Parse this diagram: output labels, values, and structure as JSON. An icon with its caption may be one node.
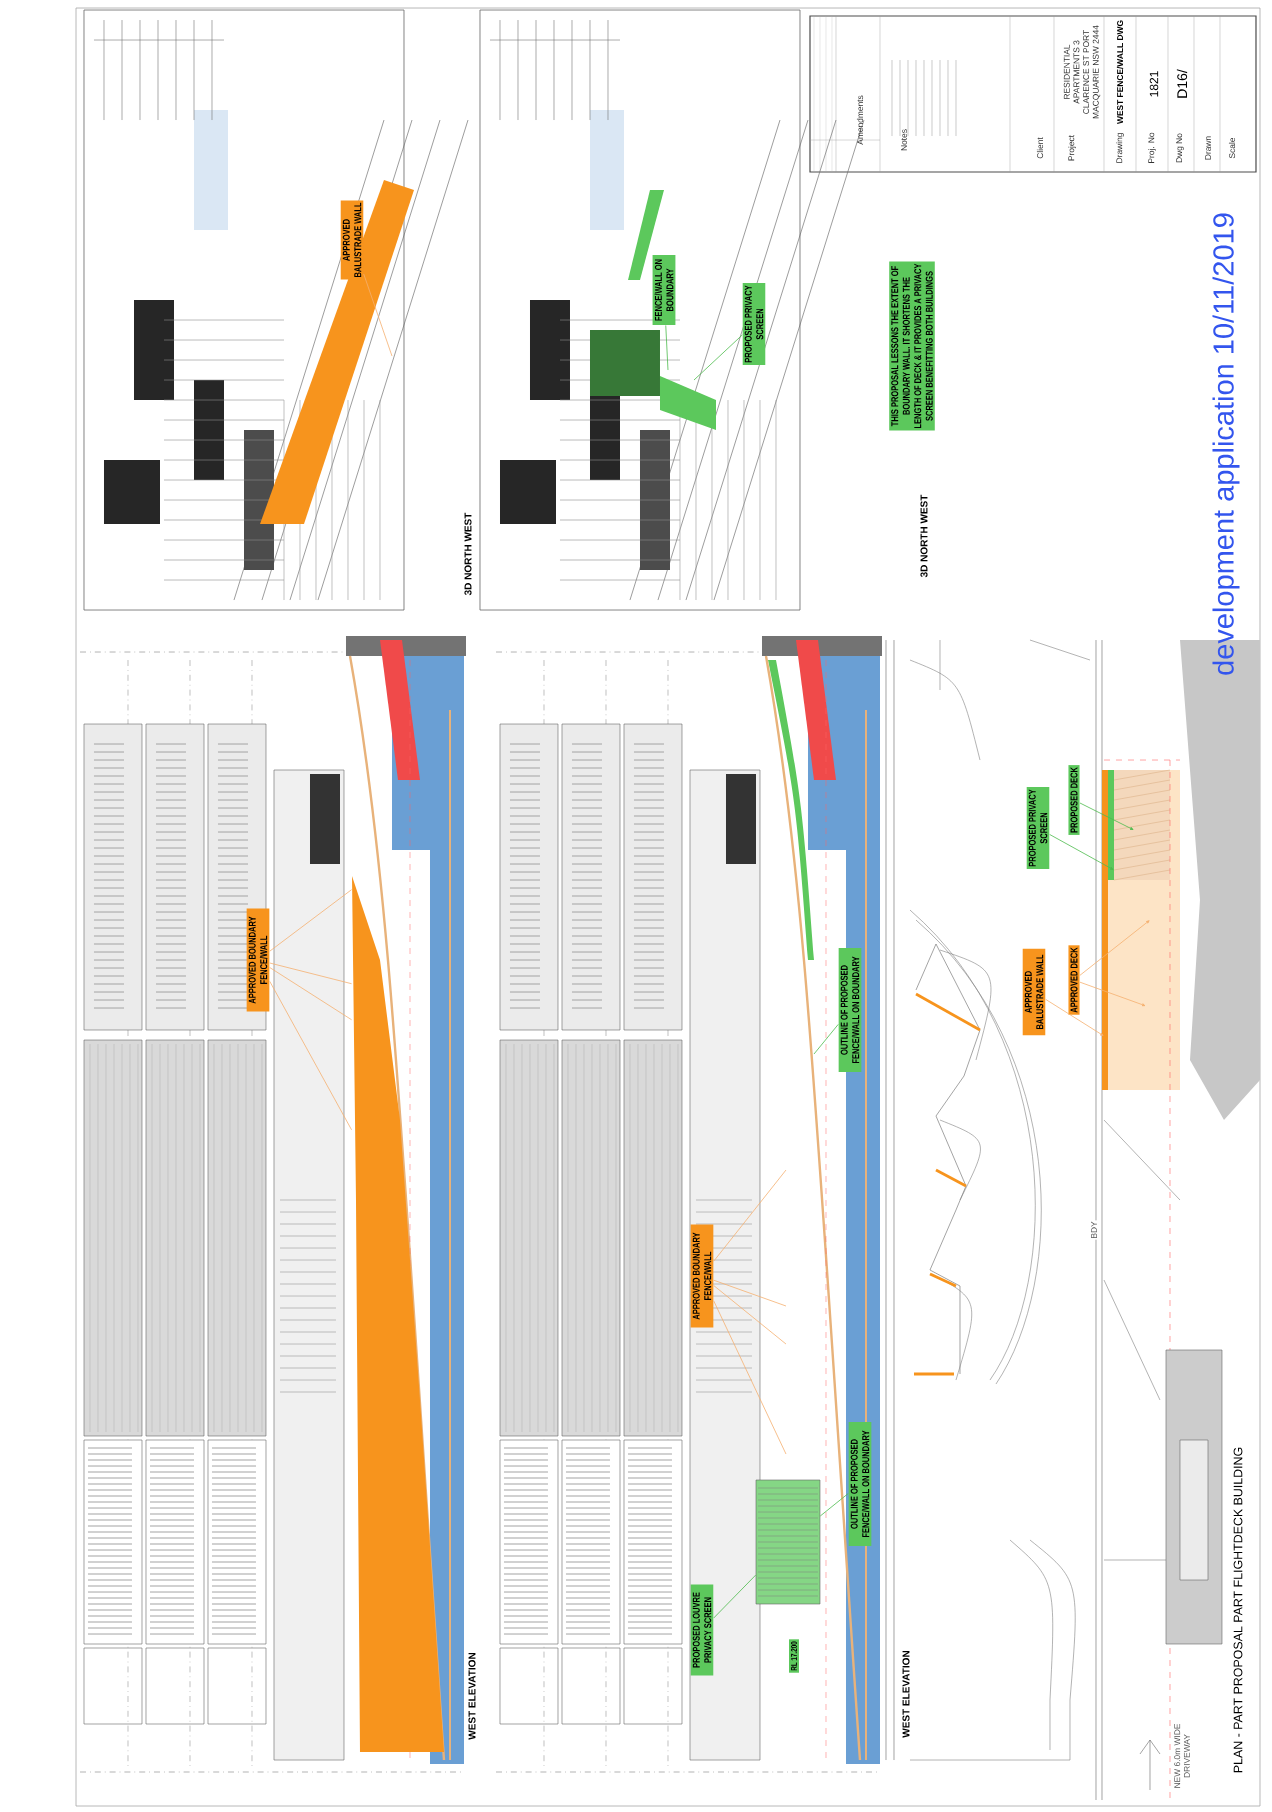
{
  "diagram": {
    "nodes": [
      {
        "text": [
          "APPROVED BALUSTRADE WALL"
        ]
      },
      {
        "text": [
          "FENCE/WALL ON BOUNDARY"
        ]
      },
      {
        "text": [
          "PROPOSED PRIVACY SCREEN"
        ]
      },
      {
        "text": [
          "THIS PROPOSAL LESSONS THE EXTENT OF BOUNDARY WALL. IT SHORTENS THE LENGTH OF DECK & IT PROVIDES A PRIVACY SCREEN BENEFITTING BOTH BUILDINGS"
        ]
      },
      {
        "text": [
          "APPROVED BOUNDARY FENCE/WALL"
        ]
      },
      {
        "text": [
          "APPROVED BOUNDARY FENCE/WALL"
        ]
      },
      {
        "text": [
          "OUTLINE OF PROPOSED FENCE/WALL ON BOUNDARY"
        ]
      },
      {
        "text": [
          "OUTLINE OF PROPOSED FENCE/WALL ON BOUNDARY"
        ]
      },
      {
        "text": [
          "PROPOSED LOUVRE PRIVACY SCREEN"
        ]
      },
      {
        "text": [
          "RL 17.200"
        ]
      },
      {
        "text": [
          "PROPOSED PRIVACY SCREEN"
        ]
      },
      {
        "text": [
          "PROPOSED DECK"
        ]
      },
      {
        "text": [
          "APPROVED BALUSTRADE WALL"
        ]
      },
      {
        "text": [
          "APPROVED DECK"
        ]
      },
      {
        "text": [],
        "shape": "box"
      },
      {
        "text": [],
        "shape": "bar"
      }
    ],
    "edges": [
      {
        "from": 0,
        "to": null,
        "arrow": "none"
      },
      {
        "from": 1,
        "to": null,
        "arrow": "none",
        "color": "#4cbb4c"
      },
      {
        "from": 2,
        "to": null,
        "arrow": "none",
        "color": "#4cbb4c"
      },
      {
        "from": 4,
        "to": 15,
        "arrow": "none"
      },
      {
        "from": 4,
        "to": 15,
        "arrow": "none"
      },
      {
        "from": 4,
        "to": 15,
        "arrow": "none"
      },
      {
        "from": 4,
        "to": 15,
        "arrow": "none"
      },
      {
        "from": 5,
        "to": null,
        "arrow": "none"
      },
      {
        "from": 5,
        "to": null,
        "arrow": "none"
      },
      {
        "from": 5,
        "to": null,
        "arrow": "none"
      },
      {
        "from": 5,
        "to": null,
        "arrow": "none"
      },
      {
        "from": 6,
        "to": null,
        "arrow": "none",
        "color": "#4cbb4c"
      },
      {
        "from": 7,
        "to": 14,
        "arrow": "none",
        "color": "#4cbb4c"
      },
      {
        "from": 8,
        "to": 14,
        "arrow": "none",
        "color": "#4cbb4c"
      },
      {
        "from": 10,
        "to": null,
        "arrow": "to",
        "color": "#4cbb4c"
      },
      {
        "from": 11,
        "to": null,
        "arrow": "to",
        "color": "#4cbb4c"
      },
      {
        "from": 12,
        "to": null,
        "arrow": "to"
      },
      {
        "from": 13,
        "to": null,
        "arrow": "to"
      },
      {
        "from": 13,
        "to": null,
        "arrow": "to"
      }
    ],
    "labels": [
      "3D NORTH WEST",
      "3D NORTH WEST",
      "WEST ELEVATION",
      "WEST ELEVATION",
      "PLAN - PART PROPOSAL PART FLIGHTDECK BUILDING",
      "BDY",
      "NEW 6.0m WIDE DRIVEWAY",
      "development application 10/11/2019",
      "Amendments",
      "Notes",
      "Client",
      "Project",
      "RESIDENTIAL APARTMENTS 3 CLARENCE ST PORT MACQUARIE NSW 2444",
      "Drawing",
      "WEST FENCE/WALL DWG",
      "Proj. No",
      "1821",
      "Dwg No",
      "D16/",
      "Drawn",
      "Scale"
    ]
  }
}
